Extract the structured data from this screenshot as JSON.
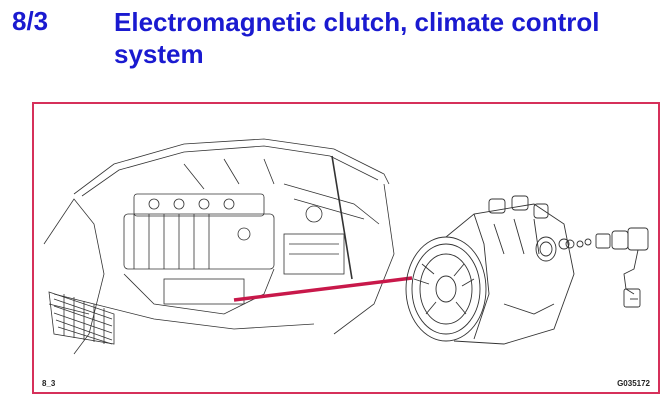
{
  "header": {
    "section_number": "8/3",
    "title": "Electromagnetic clutch, climate control system"
  },
  "figure": {
    "label_left": "8_3",
    "label_right": "G035172",
    "colors": {
      "frame": "#d6305a",
      "pointer": "#c8184a",
      "lineart": "#333333",
      "title": "#1a1ad0"
    },
    "contents": [
      "engine-bay-illustration",
      "ac-compressor-illustration",
      "clutch-connector-illustration"
    ]
  }
}
